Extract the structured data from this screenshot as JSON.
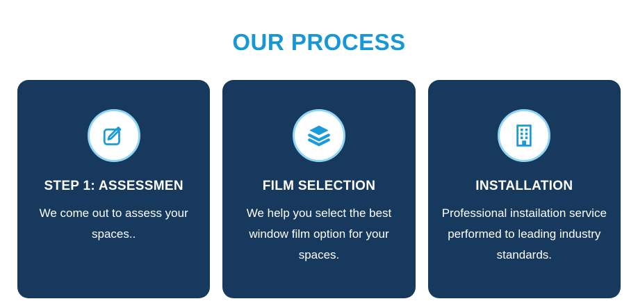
{
  "section": {
    "title": "OUR PROCESS"
  },
  "colors": {
    "title_blue": "#1697d8",
    "card_navy": "#17395d",
    "icon_blue": "#1a9bdc",
    "circle_border_blue": "#8fd6f4",
    "background": "#ffffff"
  },
  "cards": [
    {
      "icon": "edit-icon",
      "heading": "STEP 1: ASSESSMEN",
      "body": "We come out to assess your spaces.."
    },
    {
      "icon": "layers-icon",
      "heading": "FILM SELECTION",
      "body": "We help you select the best window film option for your spaces."
    },
    {
      "icon": "building-icon",
      "heading": "INSTALLATION",
      "body": "Professional instailation service performed to leading industry standards."
    }
  ]
}
